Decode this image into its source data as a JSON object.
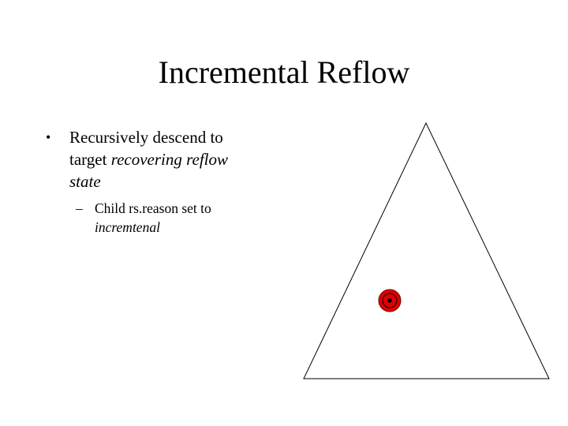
{
  "slide": {
    "title": "Incremental Reflow"
  },
  "bullets": [
    {
      "marker": "•",
      "line1": "Recursively descend to",
      "line2_plain": "target ",
      "line2_italic": "recovering reflow",
      "line3_italic": "state",
      "sub": {
        "marker": "–",
        "line1": "Child rs.reason set to",
        "line2_italic": "incremtenal"
      }
    }
  ],
  "colors": {
    "text": "#000000",
    "background": "#ffffff",
    "target_fill": "#e00000"
  },
  "icons": {
    "tree": "triangle-outline",
    "target": "bullseye-target"
  }
}
